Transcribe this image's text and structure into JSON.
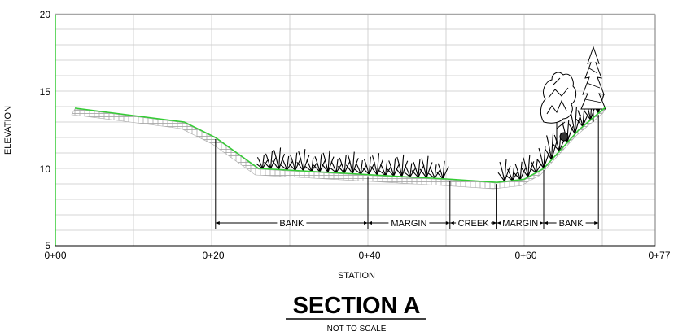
{
  "y_axis": {
    "title": "ELEVATION",
    "ticks": [
      "20",
      "15",
      "10",
      "5"
    ]
  },
  "x_axis": {
    "title": "STATION",
    "ticks": [
      "0+00",
      "0+20",
      "0+40",
      "0+60",
      "0+77"
    ]
  },
  "zones": [
    {
      "label": "BANK",
      "from_station": 20.5,
      "to_station": 40.0
    },
    {
      "label": "MARGIN",
      "from_station": 40.0,
      "to_station": 50.5
    },
    {
      "label": "CREEK",
      "from_station": 50.5,
      "to_station": 56.5
    },
    {
      "label": "MARGIN",
      "from_station": 56.5,
      "to_station": 62.5
    },
    {
      "label": "BANK",
      "from_station": 62.5,
      "to_station": 69.5
    }
  ],
  "ground_profile": {
    "color": "#33cc33",
    "points": [
      [
        2.5,
        13.9
      ],
      [
        16.5,
        13.0
      ],
      [
        20.5,
        12.0
      ],
      [
        26.0,
        10.0
      ],
      [
        40.0,
        9.6
      ],
      [
        50.5,
        9.3
      ],
      [
        56.5,
        9.1
      ],
      [
        60.0,
        9.3
      ],
      [
        62.5,
        10.0
      ],
      [
        67.0,
        12.5
      ],
      [
        70.5,
        14.0
      ]
    ]
  },
  "vegetation": {
    "grasses": "wetland-grass",
    "trees": "deciduous-tree, conifer-tree"
  },
  "title": {
    "main": "SECTION A",
    "subtitle": "NOT TO SCALE"
  }
}
